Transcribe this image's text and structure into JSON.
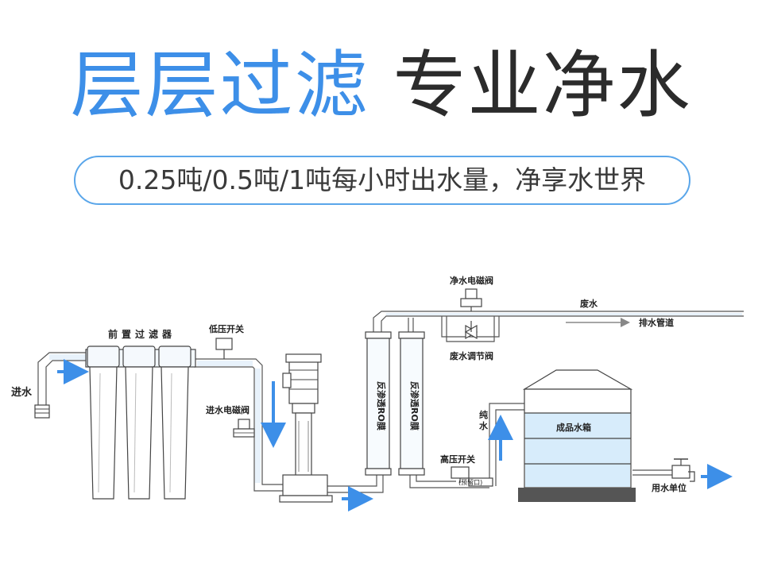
{
  "header": {
    "title_blue": "层层过滤",
    "title_dark": "专业净水",
    "subtitle": "0.25吨/0.5吨/1吨每小时出水量，净享水世界"
  },
  "diagram": {
    "labels": {
      "inlet": "进水",
      "pre_filter": "前置过滤器",
      "low_pressure_switch": "低压开关",
      "inlet_solenoid": "进水电磁阀",
      "ro_membrane_1": "反渗透RO膜",
      "ro_membrane_2": "反渗透RO膜",
      "pure_solenoid": "净水电磁阀",
      "waste_water": "废水",
      "drain_pipe": "排水管道",
      "waste_adjust_valve": "废水调节阀",
      "pure_water": "纯水",
      "product_tank": "成品水箱",
      "high_pressure_switch": "高压开关",
      "reserve_port": "(预留口)",
      "water_outlet": "用水单位"
    },
    "colors": {
      "accent_blue": "#3d8fe8",
      "pipe_fill": "#e6f1fb",
      "outline": "#444444",
      "tank_water": "#d7ecfb",
      "base": "#555555"
    }
  }
}
